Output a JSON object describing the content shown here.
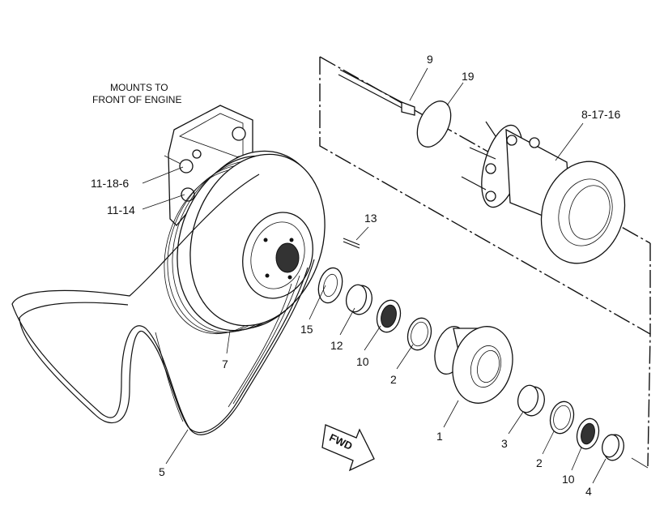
{
  "note": {
    "line1": "MOUNTS TO",
    "line2": "FRONT OF ENGINE"
  },
  "callouts": {
    "c9": "9",
    "c19": "19",
    "c8_17_16": "8-17-16",
    "c11_18_6": "11-18-6",
    "c11_14": "11-14",
    "c13": "13",
    "c15": "15",
    "c12": "12",
    "c10a": "10",
    "c2a": "2",
    "c7": "7",
    "c1": "1",
    "c3": "3",
    "c2b": "2",
    "c10b": "10",
    "c4": "4",
    "c5": "5"
  },
  "fwd_arrow": "FWD"
}
